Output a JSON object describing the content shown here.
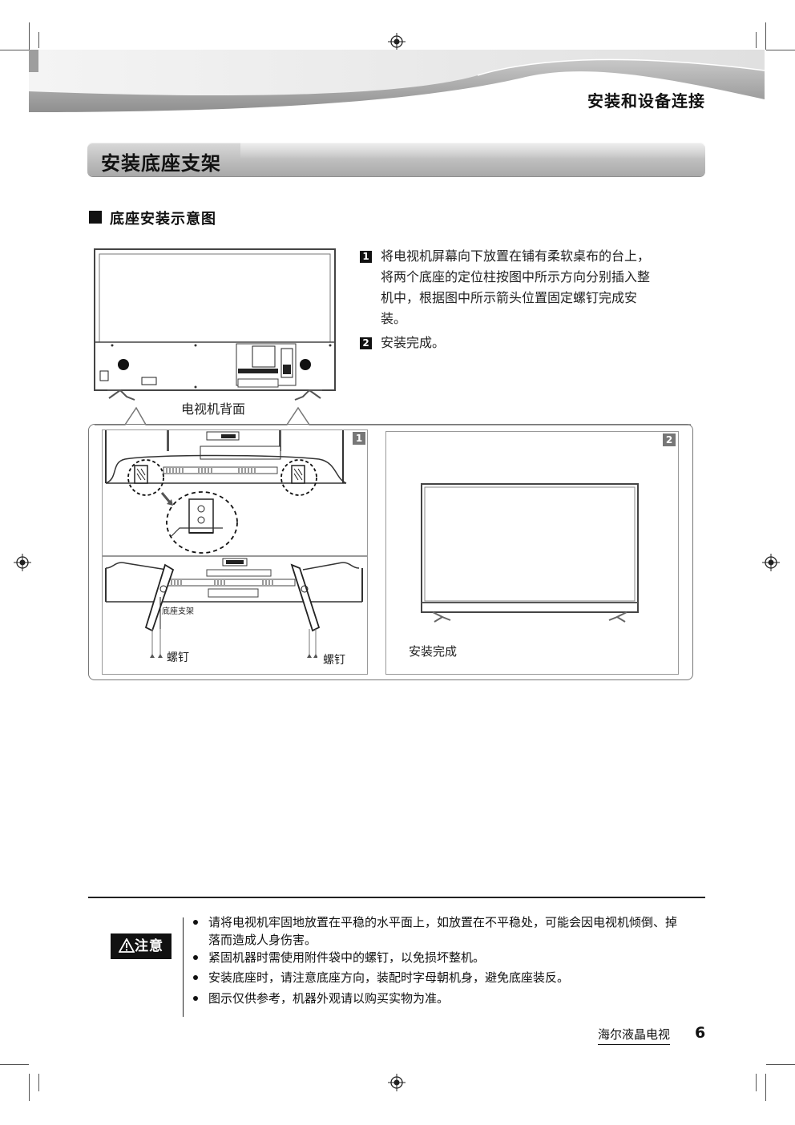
{
  "header": {
    "section_title": "安装和设备连接"
  },
  "page": {
    "title": "安装底座支架",
    "subsection_title": "底座安装示意图"
  },
  "steps": [
    {
      "number": "1",
      "lines": [
        "将电视机屏幕向下放置在铺有柔软桌布的台上，",
        "将两个底座的定位柱按图中所示方向分别插入整",
        "机中，根据图中所示箭头位置固定螺钉完成安",
        "装。"
      ]
    },
    {
      "number": "2",
      "lines": [
        "安装完成。"
      ]
    }
  ],
  "diagram": {
    "tv_back_label": "电视机背面",
    "panel1_number": "1",
    "panel2_number": "2",
    "stand_label": "底座支架",
    "screw_label_left": "螺钉",
    "screw_label_right": "螺钉",
    "complete_label": "安装完成"
  },
  "caution": {
    "badge": "注意",
    "items": [
      {
        "line1": "请将电视机牢固地放置在平稳的水平面上，如放置在不平稳处，可能会因电视机倾倒、掉",
        "line2": "落而造成人身伤害。"
      },
      {
        "line1": "紧固机器时需使用附件袋中的螺钉，以免损坏整机。",
        "line2": ""
      },
      {
        "line1": "安装底座时，请注意底座方向，装配时字母朝机身，避免底座装反。",
        "line2": ""
      },
      {
        "line1": "图示仅供参考，机器外观请以购买实物为准。",
        "line2": ""
      }
    ]
  },
  "footer": {
    "brand": "海尔液晶电视",
    "page_number": "6"
  }
}
